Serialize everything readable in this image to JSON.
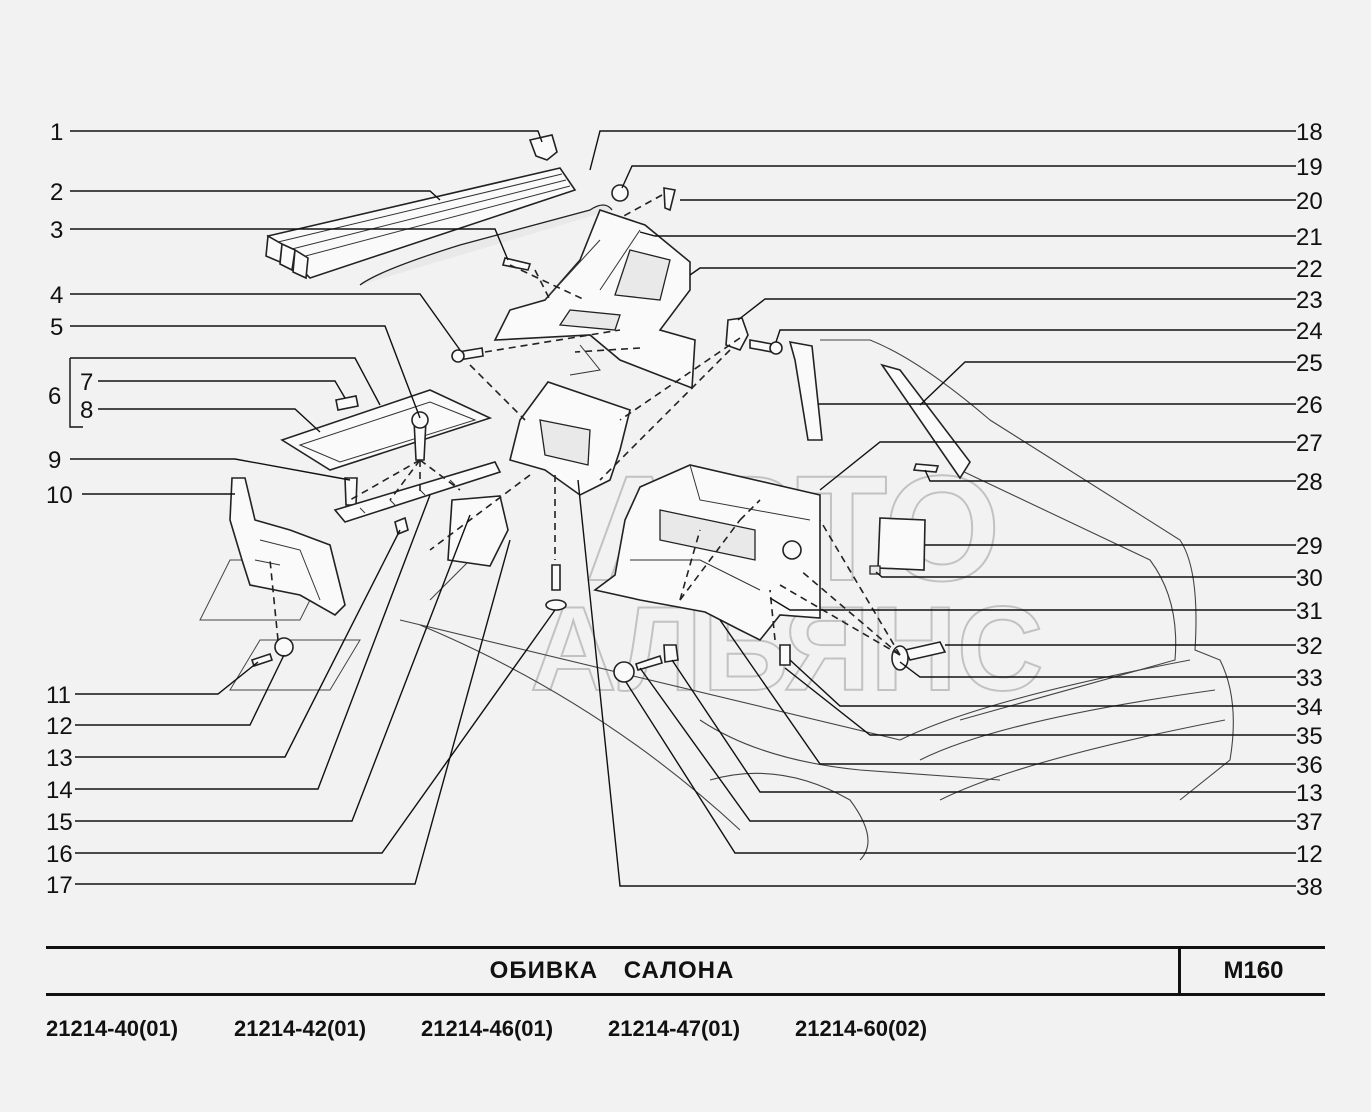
{
  "title": "ОБИВКА   САЛОНА",
  "code": "М160",
  "models": [
    "21214-40(01)",
    "21214-42(01)",
    "21214-46(01)",
    "21214-47(01)",
    "21214-60(02)"
  ],
  "watermark": {
    "line1": "АВТО",
    "line2": "АЛЬЯНС"
  },
  "callouts_left": [
    "1",
    "2",
    "3",
    "4",
    "5",
    "6",
    "7",
    "8",
    "9",
    "10",
    "11",
    "12",
    "13",
    "14",
    "15",
    "16",
    "17"
  ],
  "callouts_right": [
    "18",
    "19",
    "20",
    "21",
    "22",
    "23",
    "24",
    "25",
    "26",
    "27",
    "28",
    "29",
    "30",
    "31",
    "32",
    "33",
    "34",
    "35",
    "36",
    "13",
    "37",
    "12",
    "38"
  ],
  "colors": {
    "line": "#111111",
    "background": "#f2f2f2",
    "watermark": "#bdbdbd"
  }
}
